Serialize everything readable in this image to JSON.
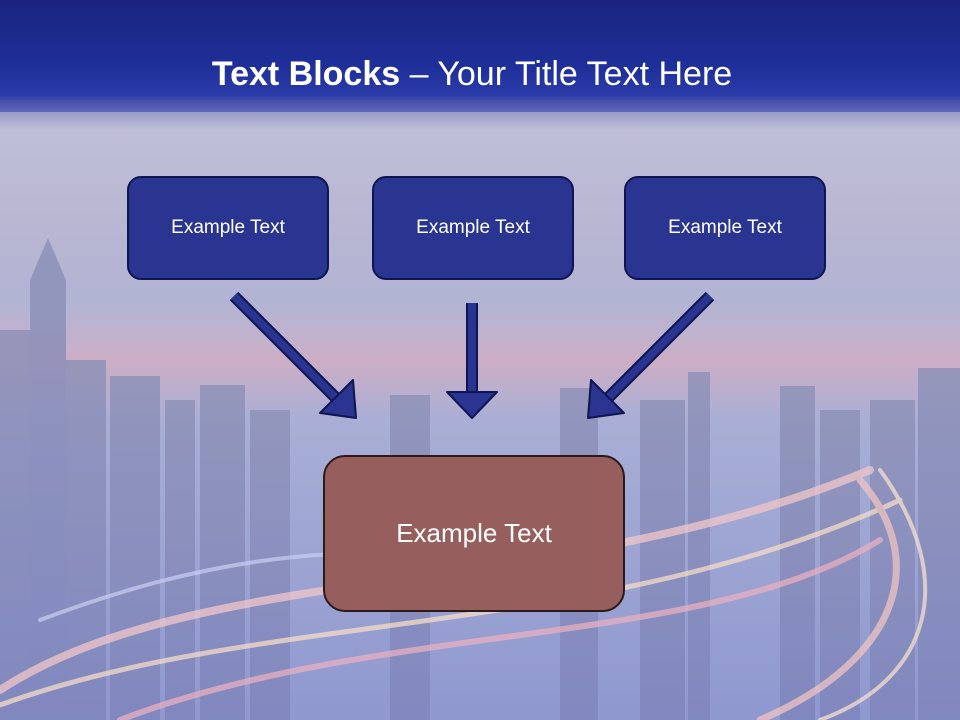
{
  "slide": {
    "title_bold": "Text Blocks",
    "title_sep": " – ",
    "title_rest": "Your Title Text Here"
  },
  "blocks": [
    {
      "text": "Example Text"
    },
    {
      "text": "Example Text"
    },
    {
      "text": "Example Text"
    }
  ],
  "center_block": {
    "text": "Example Text"
  },
  "colors": {
    "header": "#1f2f9a",
    "top_block_fill": "#2a3592",
    "center_block_fill": "#965f5e",
    "arrow": "#2a3592"
  }
}
